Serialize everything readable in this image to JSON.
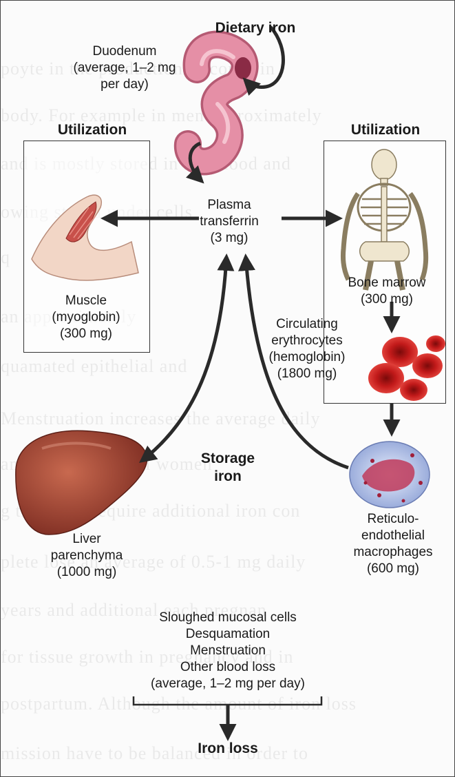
{
  "background_text": [
    "poyte in the production of copus in",
    "body. For example in men approximately",
    "and is mostly stored in red blood and",
    "owing stored under cells",
    "q",
    "an approximately",
    "quamated epithelial and",
    "Menstruation increases the average daily",
    "and premenopausal women",
    "g therefore require additional iron con",
    "plete lose an average of 0.5-1 mg daily",
    "years and additional each pregnan",
    "for tissue growth in pregnancy and in",
    "postpartum. Although the amount of iron loss",
    "mission have to be balanced in order to"
  ],
  "title": "Dietary iron",
  "duodenum": [
    "Duodenum",
    "(average, 1–2 mg",
    "per day)"
  ],
  "utilization_left": "Utilization",
  "utilization_right": "Utilization",
  "plasma": [
    "Plasma",
    "transferrin",
    "(3 mg)"
  ],
  "muscle": [
    "Muscle",
    "(myoglobin)",
    "(300 mg)"
  ],
  "bone_marrow": [
    "Bone marrow",
    "(300 mg)"
  ],
  "erythrocytes": [
    "Circulating",
    "erythrocytes",
    "(hemoglobin)",
    "(1800 mg)"
  ],
  "storage": [
    "Storage",
    "iron"
  ],
  "liver": [
    "Liver",
    "parenchyma",
    "(1000 mg)"
  ],
  "macrophages": [
    "Reticulo-",
    "endothelial",
    "macrophages",
    "(600 mg)"
  ],
  "losses": [
    "Sloughed mucosal cells",
    "Desquamation",
    "Menstruation",
    "Other blood loss",
    "(average, 1–2 mg per day)"
  ],
  "iron_loss": "Iron loss",
  "colors": {
    "arrow": "#2a2a2a",
    "intestine": "#e58fa6",
    "muscle": "#c8504a",
    "skin": "#f2d6c6",
    "bone": "#efe6cf",
    "rbc": "#c21a1a",
    "liver": "#9a3a2c",
    "macrophage": "#b9c6e8"
  }
}
